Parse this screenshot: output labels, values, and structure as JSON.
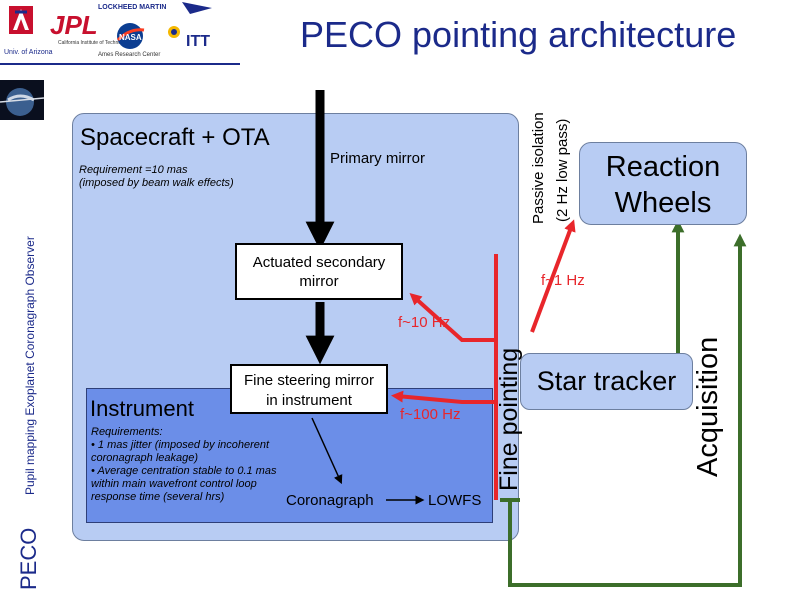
{
  "title": "PECO pointing architecture",
  "logos": {
    "lockheed": "LOCKHEED MARTIN",
    "jpl": "JPL",
    "jpl_sub": "California Institute of Technology",
    "univ": "Univ. of Arizona",
    "nasa": "NASA",
    "ames": "Ames Research Center",
    "itt": "ITT"
  },
  "sidebar": {
    "peco": "PECO",
    "subtitle": "Pupil mapping Exoplanet Coronagraph Observer"
  },
  "diagram": {
    "spacecraft_label": "Spacecraft + OTA",
    "requirement": "Requirement =10 mas\n(imposed by beam walk effects)",
    "primary_mirror": "Primary mirror",
    "secondary_mirror": "Actuated secondary\nmirror",
    "f10": "f~10 Hz",
    "fine_steering": "Fine steering mirror\nin instrument",
    "instrument": "Instrument",
    "f100": "f~100 Hz",
    "requirements_text": "Requirements:\n• 1 mas jitter (imposed by incoherent\ncoronagraph leakage)\n• Average centration stable to 0.1 mas\nwithin main wavefront control loop\nresponse time (several hrs)",
    "coronagraph": "Coronagraph",
    "lowfs": "LOWFS",
    "fine_pointing": "Fine pointing",
    "passive_isolation": "Passive isolation",
    "low_pass": "(2 Hz low pass)",
    "reaction_wheels": "Reaction\nWheels",
    "f1": "f~1 Hz",
    "star_tracker": "Star tracker",
    "acquisition": "Acquisition"
  },
  "colors": {
    "title_blue": "#1b2a8a",
    "spacecraft_fill": "#b8ccf3",
    "instrument_fill": "#6b8ee8",
    "red_arrow": "#e8262b",
    "green_arrow": "#3c6e2a"
  }
}
